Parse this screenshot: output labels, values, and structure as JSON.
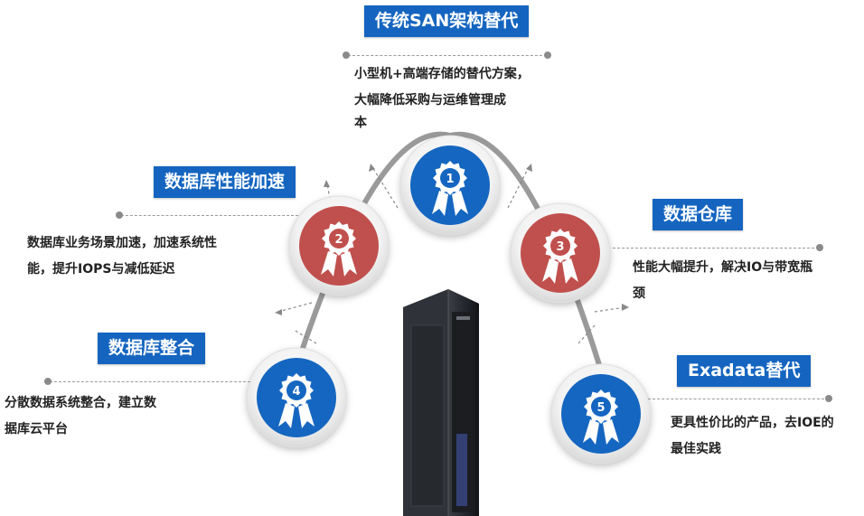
{
  "items": [
    {
      "number": "1",
      "title": "传统SAN架构替代",
      "desc_lines": [
        "小型机+高端存储的替代方案，",
        "大幅降低采购与运维管理成",
        "本"
      ],
      "color": "#1566c0"
    },
    {
      "number": "2",
      "title": "数据库性能加速",
      "desc_lines": [
        "数据库业务场景加速，加速系统性",
        "能，提升IOPS与减低延迟"
      ],
      "color": "#c0504d"
    },
    {
      "number": "3",
      "title": "数据仓库",
      "desc_lines": [
        "性能大幅提升，解决IO与带宽瓶",
        "颈"
      ],
      "color": "#c0504d"
    },
    {
      "number": "4",
      "title": "数据库整合",
      "desc_lines": [
        "分散数据系统整合，建立数",
        "据库云平台"
      ],
      "color": "#1566c0"
    },
    {
      "number": "5",
      "title": "Exadata替代",
      "desc_lines": [
        "更具性价比的产品，去IOE的",
        "最佳实践"
      ],
      "color": "#1566c0"
    }
  ],
  "icons": {
    "badge": "award-ribbon-icon",
    "server": "server-rack-icon"
  }
}
